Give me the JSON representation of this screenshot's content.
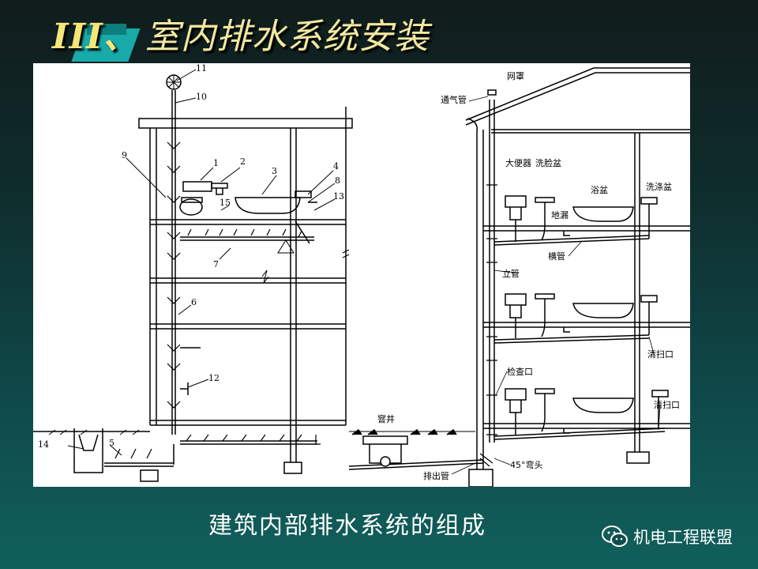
{
  "slide": {
    "title_number": "III、",
    "title_text": "室内排水系统安装",
    "caption": "建筑内部排水系统的组成",
    "brand": "机电工程联盟"
  },
  "diagram": {
    "left_numbers": [
      "1",
      "2",
      "3",
      "4",
      "5",
      "6",
      "7",
      "8",
      "9",
      "10",
      "11",
      "12",
      "13",
      "14",
      "15"
    ],
    "right_labels": {
      "vent_cap": "网罩",
      "vent_pipe": "通气管",
      "toilet": "大便器",
      "washbasin": "洗脸盆",
      "floor_drain": "地漏",
      "bathtub": "浴盆",
      "sink": "洗涤盆",
      "branch_pipe": "横管",
      "riser": "立管",
      "cleanout1": "清扫口",
      "cleanout2": "清扫口",
      "inspection": "检查口",
      "manhole": "窨井",
      "outlet_pipe": "排出管",
      "elbow": "45°弯头"
    }
  },
  "colors": {
    "title": "#f3e8a0",
    "accent": "#19b8b8",
    "background": "#0f4d4d"
  }
}
